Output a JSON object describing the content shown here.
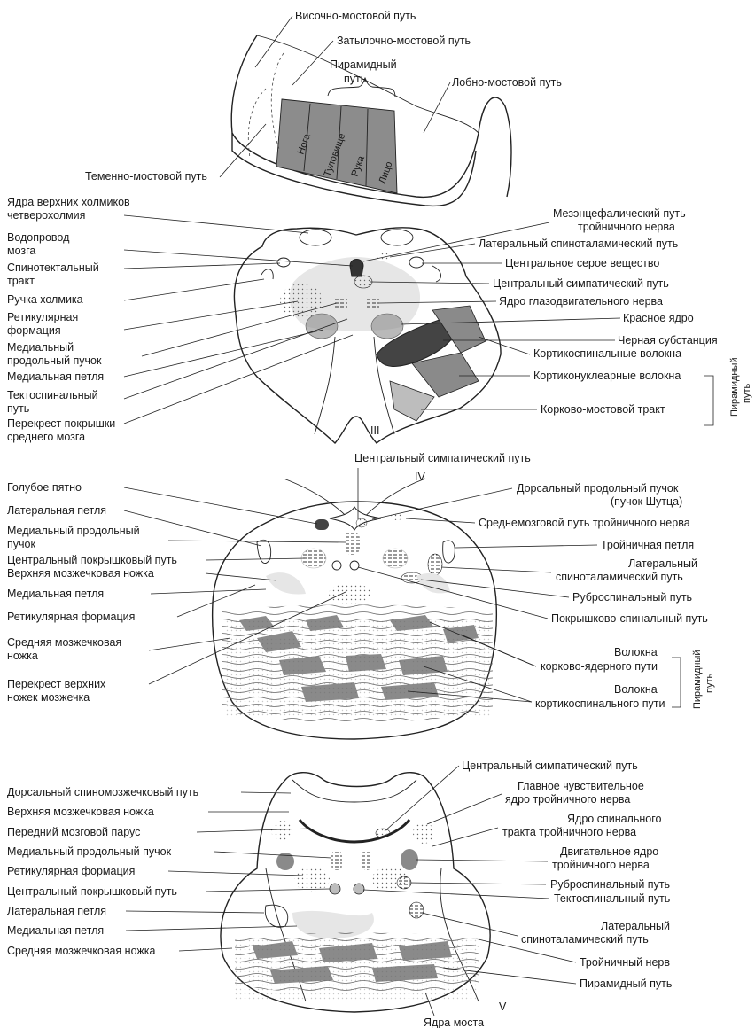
{
  "colors": {
    "tract_dark": "#555555",
    "tract_mid": "#8a8a8a",
    "tract_light": "#bdbdbd",
    "gray_matter": "#e6e6e6"
  },
  "crus": {
    "labels": {
      "temporal": "Височно-мостовой путь",
      "occipital": "Затылочно-мостовой путь",
      "pyramidal": "Пирамидный путь",
      "frontal": "Лобно-мостовой путь",
      "parietal": "Теменно-мостовой путь"
    },
    "segments": [
      "Нога",
      "Туловище",
      "Рука",
      "Лицо"
    ]
  },
  "midbrain": {
    "left": [
      "Ядра верхних холмиков четверохолмия",
      "Водопровод мозга",
      "Спинотектальный тракт",
      "Ручка холмика",
      "Ретикулярная формация",
      "Медиальный продольный пучок",
      "Медиальная петля",
      "Тектоспинальный путь",
      "Перекрест покрышки среднего мозга"
    ],
    "right": [
      "Мезэнцефалический путь тройничного нерва",
      "Латеральный спиноталамический путь",
      "Центральное серое вещество",
      "Центральный симпатический путь",
      "Ядро глазодвигательного нерва",
      "Красное ядро",
      "Черная субстанция",
      "Кортикоспинальные волокна",
      "Кортиконуклеарные волокна",
      "Корково-мостовой тракт"
    ],
    "nerve": "III",
    "bracket": "Пирамидный путь"
  },
  "upper_pons": {
    "top": "Центральный симпатический путь",
    "nerve": "IV",
    "left": [
      "Голубое пятно",
      "Латеральная петля",
      "Медиальный продольный пучок",
      "Центральный покрышковый путь",
      "Верхняя мозжечковая ножка",
      "Медиальная петля",
      "Ретикулярная формация",
      "Средняя мозжечковая ножка",
      "Перекрест верхних ножек мозжечка"
    ],
    "right": [
      "Дорсальный продольный пучок (пучок Шутца)",
      "Среднемозговой путь тройничного нерва",
      "Тройничная петля",
      "Латеральный спиноталамический путь",
      "Руброспинальный путь",
      "Покрышково-спинальный путь",
      "Волокна корково-ядерного пути",
      "Волокна кортикоспинального пути"
    ],
    "bracket": "Пирамидный путь"
  },
  "lower_pons": {
    "left": [
      "Дорсальный спиномозжечковый путь",
      "Верхняя мозжечковая ножка",
      "Передний мозговой парус",
      "Медиальный продольный пучок",
      "Ретикулярная формация",
      "Центральный покрышковый путь",
      "Латеральная петля",
      "Медиальная петля",
      "Средняя мозжечковая ножка"
    ],
    "right": [
      "Центральный симпатический путь",
      "Главное чувствительное ядро тройничного нерва",
      "Ядро спинального тракта тройничного нерва",
      "Двигательное ядро тройничного нерва",
      "Руброспинальный путь",
      "Тектоспинальный путь",
      "Латеральный спиноталамический путь",
      "Тройничный нерв",
      "Пирамидный путь"
    ],
    "nerve": "V",
    "bottom": "Ядра моста"
  }
}
